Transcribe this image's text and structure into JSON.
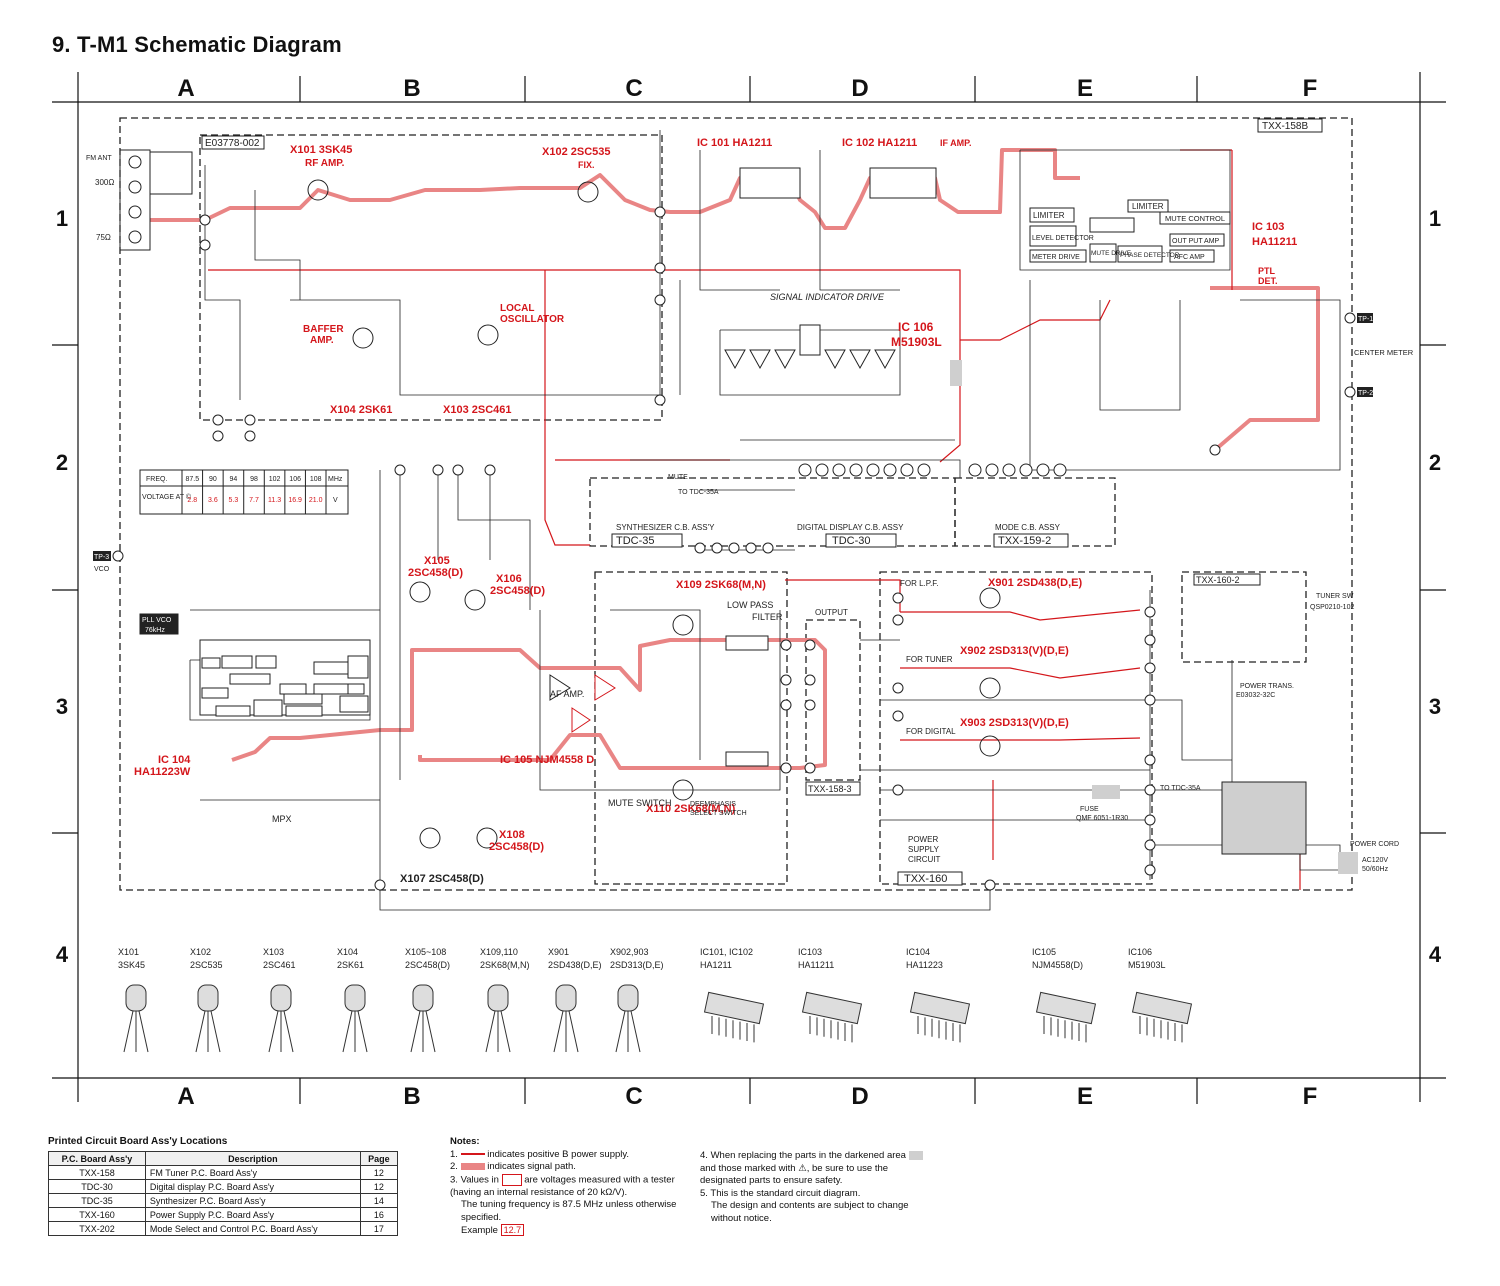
{
  "title": "9. T-M1 Schematic Diagram",
  "grid": {
    "columns": [
      "A",
      "B",
      "C",
      "D",
      "E",
      "F"
    ],
    "rows": [
      "1",
      "2",
      "3",
      "4"
    ]
  },
  "blocks": {
    "frontend": "E03778-002",
    "tuner_board": "TXX-158B",
    "synth": "TDC-35",
    "display": "TDC-30",
    "mode": "TXX-159-2",
    "power": "TXX-160",
    "tuner_sw_board": "TXX-160-2",
    "output_board": "TXX-158-3",
    "synth_label": "SYNTHESIZER C.B. ASS'Y",
    "display_label": "DIGITAL DISPLAY C.B. ASSY",
    "mode_label": "MODE C.B. ASSY"
  },
  "components_red": {
    "x101": "X101 3SK45",
    "rf_amp": "RF AMP.",
    "x102": "X102 2SC535",
    "fix": "FIX.",
    "ic101": "IC 101 HA1211",
    "ic102": "IC 102 HA1211",
    "if_amp": "IF AMP.",
    "ic103": "IC 103",
    "ic103b": "HA11211",
    "ptl": "PTL",
    "det": "DET.",
    "ic106": "IC 106",
    "ic106b": "M51903L",
    "baffer": "BAFFER",
    "amp": "AMP.",
    "local": "LOCAL",
    "oscillator": "OSCILLATOR",
    "x104": "X104 2SK61",
    "x103": "X103 2SC461",
    "x105": "X105",
    "x105b": "2SC458(D)",
    "x106": "X106",
    "x106b": "2SC458(D)",
    "x109": "X109 2SK68(M,N)",
    "ic104": "IC 104",
    "ic104b": "HA11223W",
    "ic105": "IC 105 NJM4558 D",
    "x108": "X108",
    "x108b": "2SC458(D)",
    "x110": "X110 2SK68(M,N)",
    "x901": "X901 2SD438(D,E)",
    "x902": "X902 2SD313(V)(D,E)",
    "x903": "X903 2SD313(V)(D,E)",
    "x107": "X107 2SC458(D)"
  },
  "labels": {
    "fm_ant": "FM ANT",
    "ohm300": "300Ω",
    "ohm75": "75Ω",
    "signal_indicator": "SIGNAL INDICATOR DRIVE",
    "center_meter": "CENTER METER",
    "tp1": "TP-1",
    "tp2": "TP-2",
    "tp3": "TP-3",
    "vco": "VCO",
    "low_pass": "LOW PASS",
    "filter": "FILTER",
    "output": "OUTPUT",
    "af_amp": "AF AMP.",
    "mute_switch": "MUTE SWITCH",
    "deemphasis": "DEEMPHASIS",
    "select_switch": "SELECT SWITCH",
    "mpx": "MPX",
    "for_lpf": "FOR L.P.F.",
    "for_tuner": "FOR TUNER",
    "for_digital": "FOR DIGITAL",
    "power_supply": "POWER",
    "supply": "SUPPLY",
    "circuit": "CIRCUIT",
    "power_trans": "POWER TRANS.",
    "power_trans_part": "E03032-32C",
    "power_cord": "POWER CORD",
    "ac120": "AC120V",
    "hz": "50/60Hz",
    "tuner_sw": "TUNER SW",
    "tuner_sw_part": "QSP0210-102",
    "fuse": "FUSE",
    "fuse_part": "QMF 6051-1R30",
    "mute": "MUTE",
    "to_tdc35a": "TO TDC-35A",
    "pll_vco": "PLL VCO",
    "pll_freq": "76kHz",
    "limiter": "LIMITER",
    "level_detector": "LEVEL DETECTOR",
    "meter_drive": "METER DRIVE",
    "mute_drive": "MUTE DRIVE",
    "phase_detector": "PHASE DETECTOR",
    "out_put_amp": "OUT PUT AMP",
    "afc_amp": "AFC AMP",
    "mute_control": "MUTE CONTROL"
  },
  "voltage_table": {
    "freq_label": "FREQ.",
    "voltage_label": "VOLTAGE AT ©",
    "freqs": [
      "87.5",
      "90",
      "94",
      "98",
      "102",
      "106",
      "108"
    ],
    "unit_freq": "MHz",
    "volts": [
      "2.8",
      "3.6",
      "5.3",
      "7.7",
      "11.3",
      "16.9",
      "21.0"
    ],
    "unit_v": "V"
  },
  "transistor_parts": [
    {
      "ref": "X101",
      "type": "3SK45"
    },
    {
      "ref": "X102",
      "type": "2SC535"
    },
    {
      "ref": "X103",
      "type": "2SC461"
    },
    {
      "ref": "X104",
      "type": "2SK61"
    },
    {
      "ref": "X105~108",
      "type": "2SC458(D)"
    },
    {
      "ref": "X109,110",
      "type": "2SK68(M,N)"
    },
    {
      "ref": "X901",
      "type": "2SD438(D,E)"
    },
    {
      "ref": "X902,903",
      "type": "2SD313(D,E)"
    }
  ],
  "ic_parts": [
    {
      "ref": "IC101, IC102",
      "type": "HA1211"
    },
    {
      "ref": "IC103",
      "type": "HA11211"
    },
    {
      "ref": "IC104",
      "type": "HA11223"
    },
    {
      "ref": "IC105",
      "type": "NJM4558(D)"
    },
    {
      "ref": "IC106",
      "type": "M51903L"
    }
  ],
  "pcb_table": {
    "title": "Printed Circuit Board Ass'y Locations",
    "headers": [
      "P.C. Board Ass'y",
      "Description",
      "Page"
    ],
    "rows": [
      [
        "TXX-158",
        "FM Tuner P.C. Board Ass'y",
        "12"
      ],
      [
        "TDC-30",
        "Digital display P.C. Board Ass'y",
        "12"
      ],
      [
        "TDC-35",
        "Synthesizer P.C. Board Ass'y",
        "14"
      ],
      [
        "TXX-160",
        "Power Supply P.C. Board Ass'y",
        "16"
      ],
      [
        "TXX-202",
        "Mode Select and Control P.C. Board Ass'y",
        "17"
      ]
    ]
  },
  "notes": {
    "heading": "Notes:",
    "n1": "indicates positive B power supply.",
    "n2": "indicates signal path.",
    "n3a": "Values in",
    "n3b": "are voltages measured with a tester (having an internal resistance of 20 kΩ/V).",
    "n3c": "The tuning frequency is 87.5 MHz unless otherwise specified.",
    "n3d": "Example",
    "example": "12.7",
    "n4a": "When replacing the parts in the darkened area",
    "n4b": "and those marked with ⚠, be sure to use the designated parts to ensure safety.",
    "n5a": "This is the standard circuit diagram.",
    "n5b": "The design and contents are subject to change without notice."
  },
  "colors": {
    "signal_path": "#e98585",
    "b_supply": "#d4161b",
    "ink": "#222222",
    "shade": "#cfcfcf"
  }
}
